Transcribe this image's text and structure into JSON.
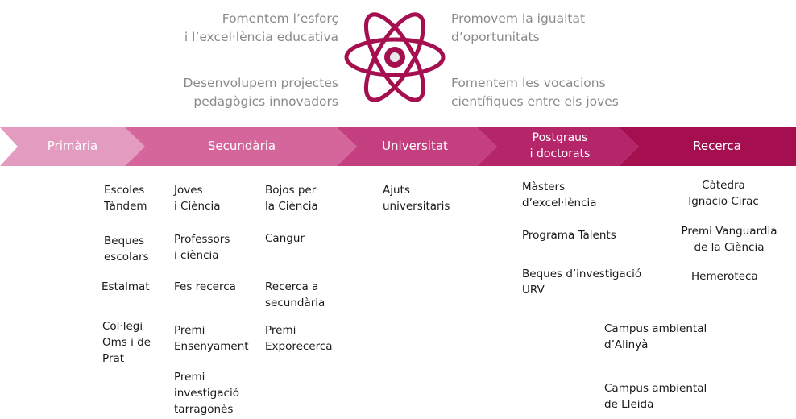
{
  "goals": {
    "top_left": [
      "Fomentem l’esforç",
      "i l’excel·lència educativa"
    ],
    "bottom_left": [
      "Desenvolupem projectes",
      "pedagògics innovadors"
    ],
    "top_right": [
      "Promovem la igualtat",
      "d’oportunitats"
    ],
    "bottom_right": [
      "Fomentem les vocacions",
      "científiques entre els joves"
    ]
  },
  "stages": [
    {
      "label": "Primària",
      "color": "#e39bc0"
    },
    {
      "label": "Secundària",
      "color": "#d4669c"
    },
    {
      "label": "Universitat",
      "color": "#c43f7f"
    },
    {
      "label": "Postgraus",
      "label2": "i doctorats",
      "color": "#b5256a"
    },
    {
      "label": "Recerca",
      "color": "#a50f4f"
    }
  ],
  "programs": {
    "primaria": [
      [
        "Escoles",
        "Tàndem"
      ],
      [
        "Beques",
        "escolars"
      ],
      [
        "Estalmat"
      ],
      [
        "Col·legi",
        "Oms i de",
        "Prat"
      ]
    ],
    "secundaria_col1": [
      [
        "Joves",
        "i Ciència"
      ],
      [
        "Professors",
        "i ciència"
      ],
      [
        "Fes recerca"
      ],
      [
        "Premi",
        "Ensenyament"
      ],
      [
        "Premi",
        "investigació",
        "tarragonès"
      ]
    ],
    "secundaria_col2": [
      [
        "Bojos per",
        "la Ciència"
      ],
      [
        "Cangur"
      ],
      [
        "Recerca a",
        "secundària"
      ],
      [
        "Premi",
        "Exporecerca"
      ]
    ],
    "universitat": [
      [
        "Ajuts",
        "universitaris"
      ]
    ],
    "postgraus": [
      [
        "Màsters",
        "d’excel·lència"
      ],
      [
        "Programa Talents"
      ],
      [
        "Beques d’investigació",
        "URV"
      ]
    ],
    "campus": [
      [
        "Campus ambiental",
        "d’Alinyà"
      ],
      [
        "Campus ambiental",
        "de Lleida"
      ]
    ],
    "recerca": [
      [
        "Càtedra",
        "Ignacio Cirac"
      ],
      [
        "Premi Vanguardia",
        "de la Ciència"
      ],
      [
        "Hemeroteca"
      ]
    ]
  },
  "colors": {
    "atom": "#a50f4f",
    "goal_text": "#8a8a8a"
  }
}
